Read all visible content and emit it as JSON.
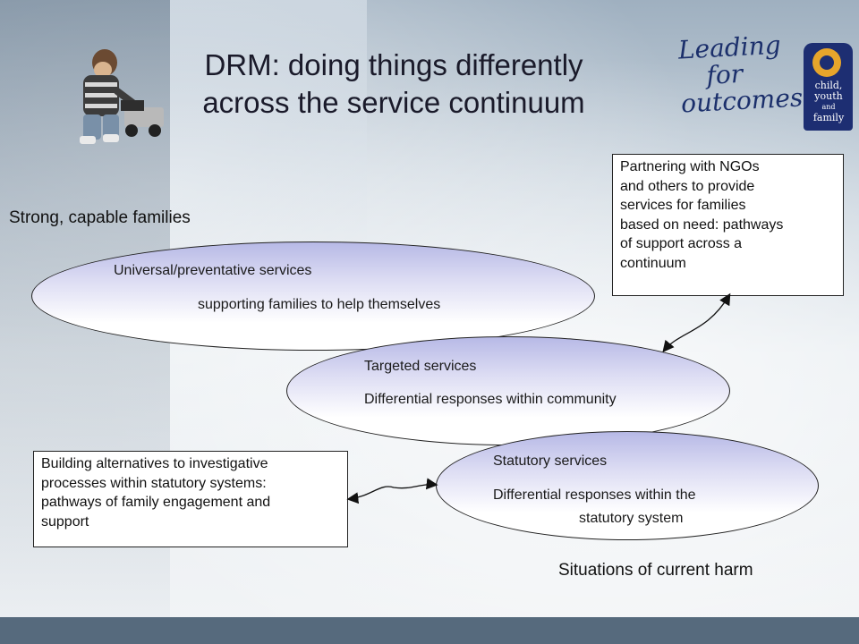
{
  "title": {
    "line1": "DRM: doing things differently",
    "line2": "across the service continuum"
  },
  "logo": {
    "line1": "Leading",
    "line2": "for",
    "line3": "outcomes",
    "agency_line1": "child,",
    "agency_line2": "youth",
    "agency_line3": "and",
    "agency_line4": "family"
  },
  "labels": {
    "top": "Strong, capable families",
    "bottom": "Situations of current harm"
  },
  "ellipses": [
    {
      "line1": "Universal/preventative services",
      "line2": "supporting families to help themselves"
    },
    {
      "line1": "Targeted services",
      "line2": "Differential responses within community"
    },
    {
      "line1": "Statutory services",
      "line2": "Differential responses within the",
      "line3": "statutory system"
    }
  ],
  "notes": {
    "right": {
      "line1": "Partnering with NGOs",
      "line2": "and others to provide",
      "line3": "services for families",
      "line4": "based on need: pathways",
      "line5": "of support across a",
      "line6": "continuum"
    },
    "left": {
      "line1": "Building alternatives to investigative",
      "line2": "processes within statutory systems:",
      "line3": "pathways of family engagement and",
      "line4": "support"
    }
  },
  "colors": {
    "ellipse_top": "#b7b9e6",
    "ellipse_bottom": "#ffffff",
    "footer_bar": "#566a7d",
    "logo_blue": "#1b2f6b",
    "emblem_gold": "#e7a52b"
  }
}
